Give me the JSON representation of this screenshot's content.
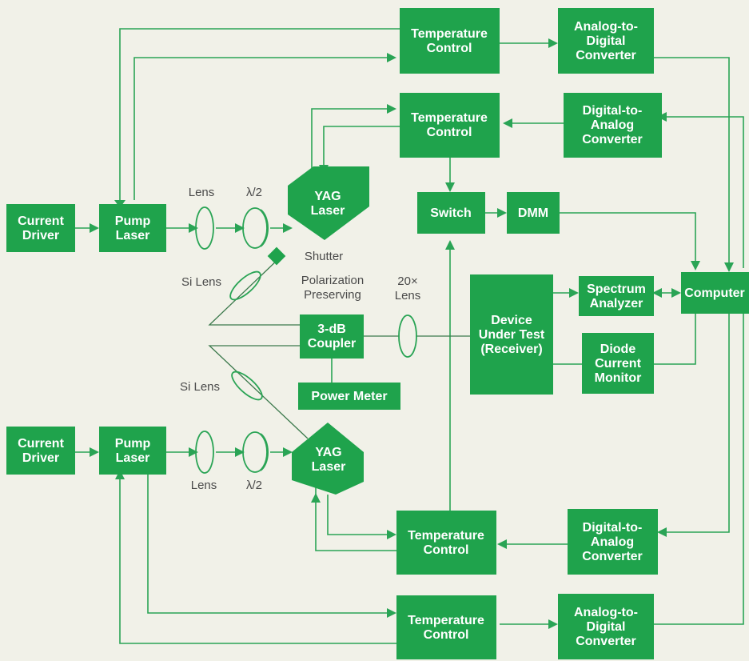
{
  "colors": {
    "block": "#1fa34c",
    "line": "#2aa455",
    "background": "#f1f1e8",
    "text_on_block": "#ffffff"
  },
  "blocks": {
    "current_driver_top": "Current|Driver",
    "pump_laser_top": "Pump|Laser",
    "yag_laser_top": "YAG|Laser",
    "temp_control_1": "Temperature|Control",
    "temp_control_2": "Temperature|Control",
    "adc_top": "Analog-to-|Digital|Converter",
    "dac_top": "Digital-to-|Analog|Converter",
    "switch": "Switch",
    "dmm": "DMM",
    "computer": "Computer",
    "spectrum_analyzer": "Spectrum|Analyzer",
    "device_under_test": "Device|Under Test|(Receiver)",
    "diode_current_monitor": "Diode|Current|Monitor",
    "coupler": "3-dB|Coupler",
    "power_meter": "Power Meter",
    "current_driver_bottom": "Current|Driver",
    "pump_laser_bottom": "Pump|Laser",
    "yag_laser_bottom": "YAG|Laser",
    "temp_control_3": "Temperature|Control",
    "temp_control_4": "Temperature|Control",
    "dac_bottom": "Digital-to-|Analog|Converter",
    "adc_bottom": "Analog-to-|Digital|Converter"
  },
  "labels": {
    "lens_top": "Lens",
    "half_wave_top": "λ/2",
    "shutter": "Shutter",
    "si_lens_top": "Si Lens",
    "polarization": "Polarization|Preserving",
    "lens_20x": "20×|Lens",
    "si_lens_bottom": "Si Lens",
    "lens_bottom": "Lens",
    "half_wave_bottom": "λ/2"
  }
}
